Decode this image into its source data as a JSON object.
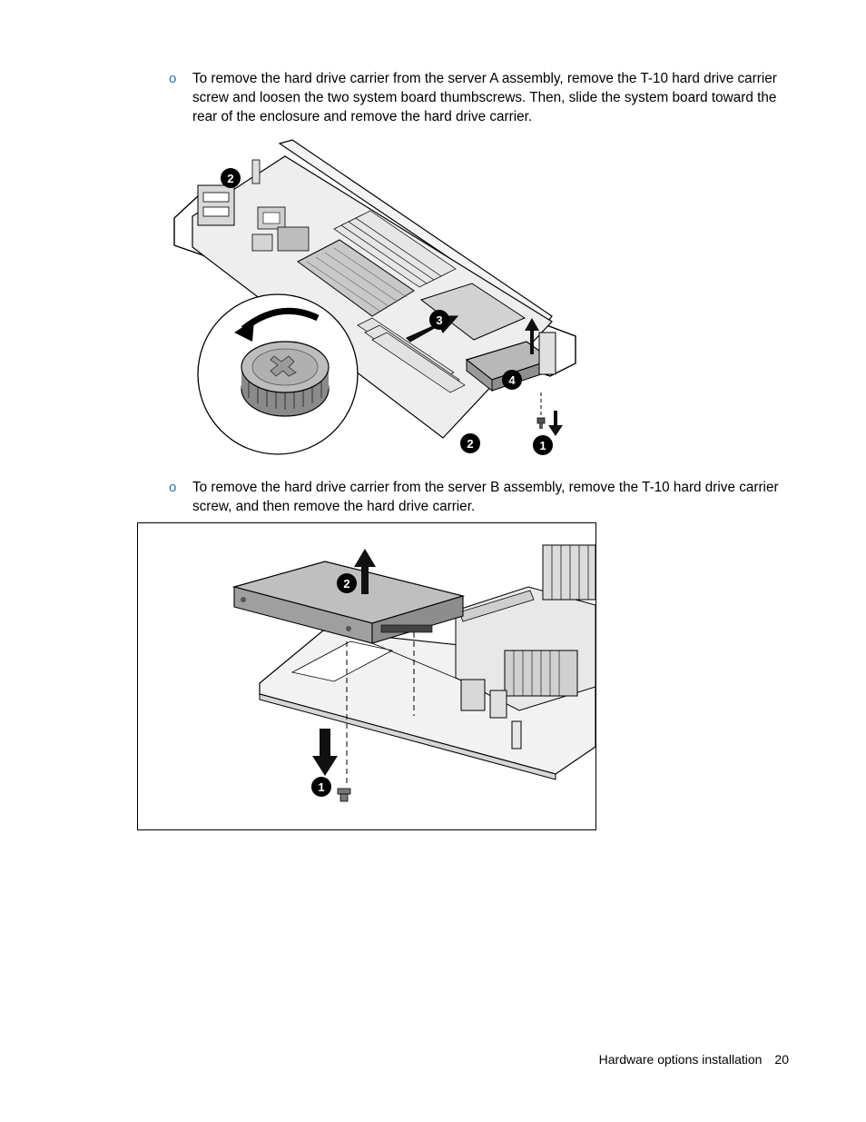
{
  "steps": [
    {
      "bullet": "o",
      "text": "To remove the hard drive carrier from the server A assembly, remove the T-10 hard drive carrier screw and loosen the two system board thumbscrews. Then, slide the system board toward the rear of the enclosure and remove the hard drive carrier."
    },
    {
      "bullet": "o",
      "text": "To remove the hard drive carrier from the server B assembly, remove the T-10 hard drive carrier screw, and then remove the hard drive carrier."
    }
  ],
  "figure_a": {
    "callouts": [
      "2",
      "3",
      "4",
      "2",
      "1"
    ]
  },
  "figure_b": {
    "callouts": [
      "2",
      "1"
    ]
  },
  "footer": {
    "section": "Hardware options installation",
    "page": "20"
  }
}
